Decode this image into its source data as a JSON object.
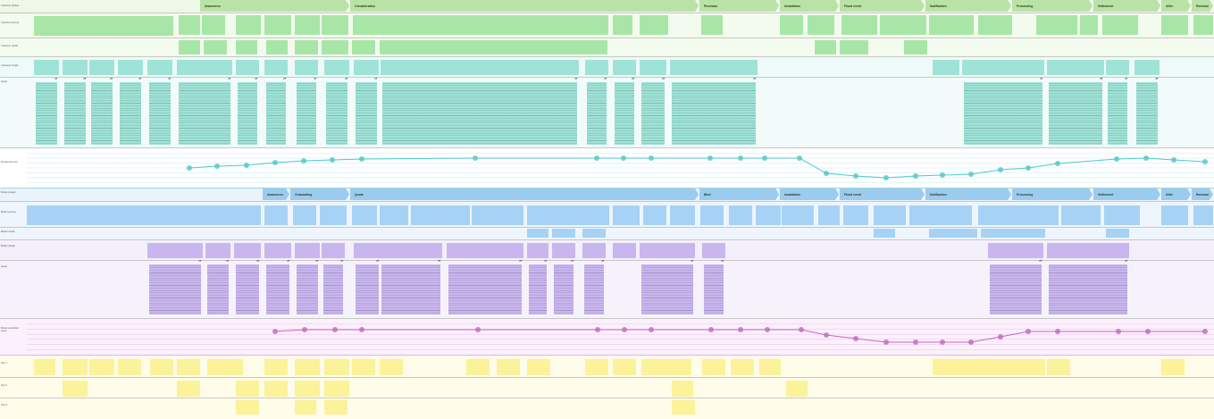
{
  "customer_lane": {
    "labels": {
      "phases": "Customer phases",
      "journey": "Customer journey",
      "needs": "Customer needs",
      "insight": "Customer insight",
      "quote": "Quote",
      "emotional": "Emotional curve"
    },
    "stages": [
      "Awareness",
      "Consideration",
      "Purchase",
      "Installation",
      "Flood event",
      "Notification",
      "Processing",
      "Settlement",
      "After",
      "Renewal"
    ]
  },
  "broker_lane": {
    "labels": {
      "phases": "Broker phases",
      "journey": "Broker journey",
      "needs": "Broker needs",
      "insight": "Broker insight",
      "quote": "Quote",
      "emotional": "Broker emotional curve"
    },
    "stages": [
      "Awareness",
      "Onboarding",
      "Quote",
      "Bind",
      "Installation",
      "Flood event",
      "Notification",
      "Processing",
      "Settlement",
      "After",
      "Renewal"
    ]
  },
  "ops_lane": {
    "labels": {
      "ops1": "Ops 1",
      "ops2": "Ops 2",
      "ops3": "Ops 3"
    }
  },
  "colors": {
    "stage_green": "#b9e3a6",
    "stage_blue": "#9ccbf0",
    "note_green": "#a8e6a8",
    "note_teal": "#9fe3d8",
    "note_blue": "#a6d3f5",
    "note_purple": "#c9b6ef",
    "note_yellow": "#fbf29a",
    "teal_line": "#4fc7c9",
    "pink_line": "#c667c4"
  }
}
